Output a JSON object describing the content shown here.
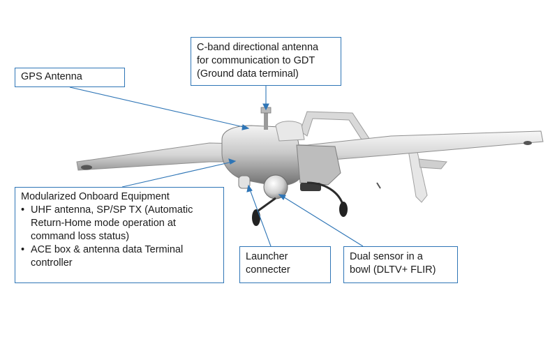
{
  "callouts": {
    "gps": {
      "lines": [
        "GPS Antenna"
      ]
    },
    "cband": {
      "lines": [
        "C-band directional antenna",
        "for communication to GDT",
        "(Ground data terminal)"
      ]
    },
    "modular": {
      "title": "Modularized Onboard Equipment",
      "bullets": [
        [
          "UHF antenna, SP/SP TX (Automatic",
          "Return-Home mode operation at",
          "command loss status)"
        ],
        [
          "ACE box & antenna data Terminal",
          "controller"
        ]
      ]
    },
    "launcher": {
      "lines": [
        "Launcher",
        "connecter"
      ]
    },
    "dual": {
      "lines": [
        "Dual sensor in a",
        "bowl (DLTV+ FLIR)"
      ]
    }
  },
  "colors": {
    "leader": "#2e75b6",
    "box_border": "#2e75b6",
    "airframe": "#cfcfcf",
    "shadow": "#8a8a8a"
  }
}
